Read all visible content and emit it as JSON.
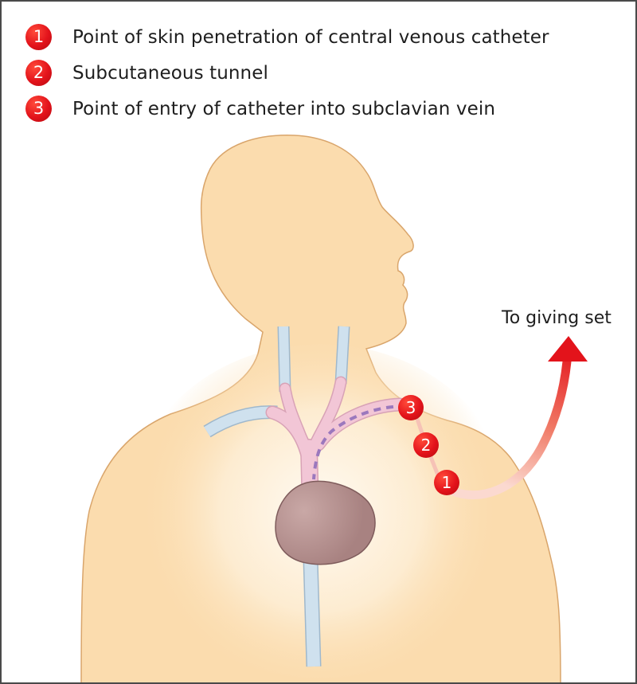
{
  "legend": [
    {
      "number": "1",
      "text": "Point of skin penetration of central venous catheter"
    },
    {
      "number": "2",
      "text": "Subcutaneous tunnel"
    },
    {
      "number": "3",
      "text": "Point of entry of catheter into subclavian vein"
    }
  ],
  "markers": {
    "m1": "1",
    "m2": "2",
    "m3": "3"
  },
  "destination_label": "To giving set",
  "colors": {
    "skin": "#fbdcae",
    "skin_outline": "#d9a56b",
    "vein_blue": "#cfe1ee",
    "vein_pink": "#f2c6d6",
    "heart": "#b79595",
    "catheter_dash": "#9b78bd",
    "marker_red": "#e3131b",
    "arrow_red": "#e8271c"
  }
}
